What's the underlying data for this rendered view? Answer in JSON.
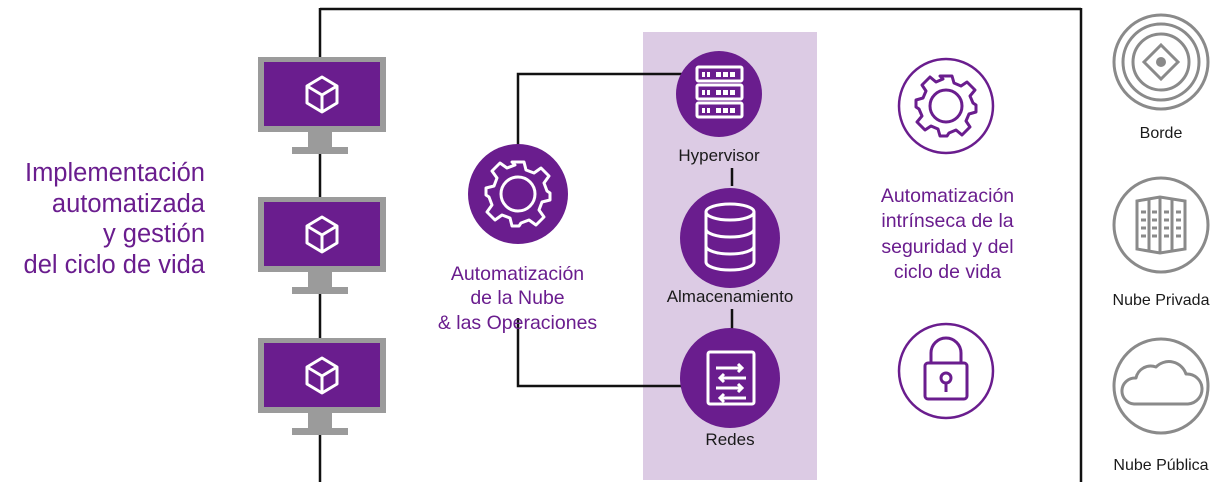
{
  "left_label": [
    "Implementación",
    "automatizada",
    "y gestión",
    "del ciclo de vida"
  ],
  "center_label": [
    "Automatización",
    "de la Nube",
    "& las Operaciones"
  ],
  "right_label": [
    "Automatización",
    "intrínseca de la",
    "seguridad y del",
    "ciclo de vida"
  ],
  "components": [
    "Hypervisor",
    "Almacenamiento",
    "Redes"
  ],
  "deployments": [
    "Borde",
    "Nube Privada",
    "Nube Pública"
  ],
  "colors": {
    "purple": "#6a1d8e",
    "lavender": "#dccbe4",
    "gray": "#9b9b9b",
    "line": "#111111"
  }
}
